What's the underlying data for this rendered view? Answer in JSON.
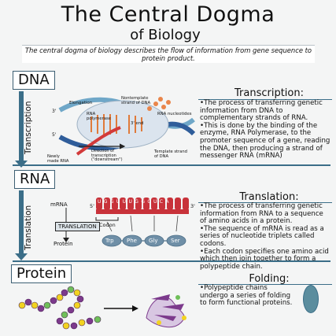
{
  "header": {
    "title": "The Central Dogma",
    "subtitle": "of Biology",
    "description": "The central dogma of biology describes the flow of information from gene sequence to protein product."
  },
  "stages": {
    "dna": "DNA",
    "rna": "RNA",
    "protein": "Protein"
  },
  "arrows": {
    "transcription": "Transcription",
    "translation": "Translation"
  },
  "transcription": {
    "heading": "Transcription:",
    "bullets": [
      "•The process of transferring genetic information from DNA to complementary strands of RNA.",
      "•This is done by the binding of the enzyme, RNA Polymerase, to the promoter sequence of a gene, reading the DNA, then producing a strand of messenger RNA (mRNA)"
    ],
    "diagram_labels": {
      "elongation": "Elongation",
      "nontemplate": "Nontemplate strand of DNA",
      "rna_polymerase": "RNA polymerase",
      "rna_nucleotides": "RNA nucleotides",
      "three_end": "3' end",
      "direction": "Direction of transcription (\"downstream\")",
      "template": "Template strand of DNA",
      "newly_made": "Newly made RNA",
      "three_prime": "3'",
      "five_prime": "5'"
    }
  },
  "translation": {
    "heading": "Translation:",
    "bullets": [
      "•The process of transferring genetic information from RNA to a sequence of amino acids in a protein.",
      "•The sequence of mRNA is read as a series of nucleotide triplets called codons.",
      "•Each codon specifies one amino acid which then join together to form a polypeptide chain."
    ],
    "diagram_labels": {
      "mrna": "mRNA",
      "codon": "Codon",
      "box": "TRANSLATION",
      "protein": "Protein",
      "five_prime": "5'",
      "three_prime": "3'",
      "bases": "UGGUUUGGCUCA",
      "amino_acids": [
        "Trp",
        "Phe",
        "Gly",
        "Ser"
      ]
    }
  },
  "folding": {
    "heading": "Folding:",
    "bullets": [
      "•Polypeptide chains undergo a series of folding to form functional proteins."
    ]
  },
  "colors": {
    "accent": "#3b6e88",
    "codon_red": "#c8323a",
    "amino_blue": "#6f8fa7",
    "chain_purple": "#7c3a8c",
    "chain_yellow": "#f2d320"
  }
}
